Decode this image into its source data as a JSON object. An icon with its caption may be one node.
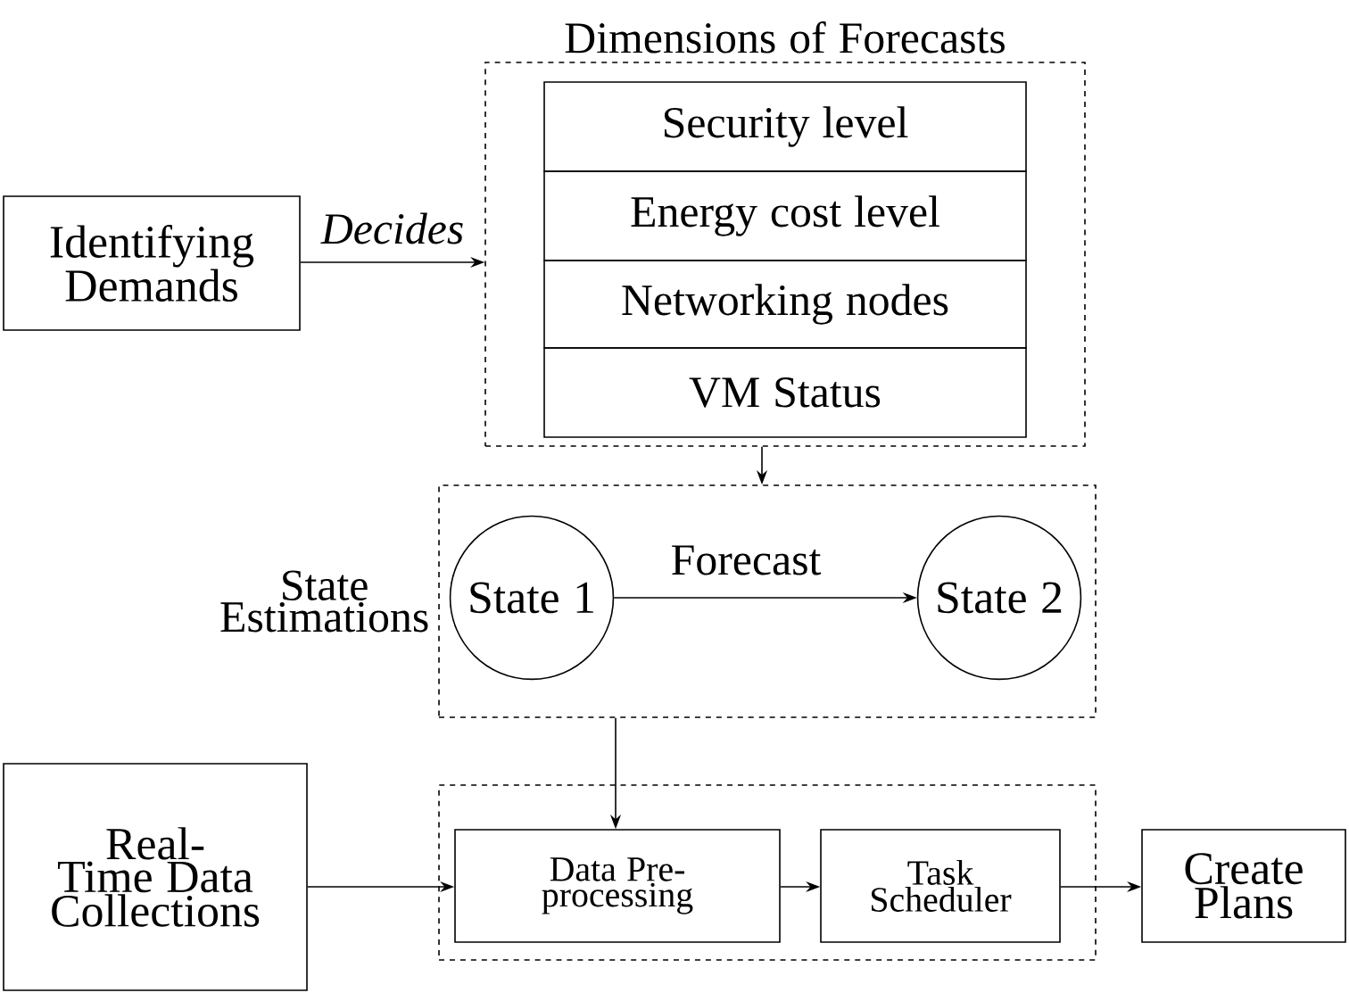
{
  "diagram": {
    "nodes": [
      {
        "text": [
          "Dimensions of Forecasts"
        ]
      },
      {
        "text": [
          "Security level"
        ],
        "in": 0
      },
      {
        "text": [
          "Energy cost level"
        ],
        "in": 0
      },
      {
        "text": [
          "Networking nodes"
        ],
        "in": 0
      },
      {
        "text": [
          "VM Status"
        ],
        "in": 0
      },
      {
        "text": [
          "Identifying Demands"
        ]
      },
      {
        "text": [
          "State Estimations"
        ]
      },
      {
        "text": [
          "State 1"
        ],
        "in": 6
      },
      {
        "text": [
          "State 2"
        ],
        "in": 6
      },
      {
        "text": [],
        "shape": "box"
      },
      {
        "text": [
          "Data Pre-processing"
        ],
        "in": 9
      },
      {
        "text": [
          "Task Scheduler"
        ],
        "in": 9
      },
      {
        "text": [
          "Real-Time Data Collections"
        ]
      },
      {
        "text": [
          "Create Plans"
        ]
      }
    ],
    "edges": [
      {
        "from": 5,
        "to": 0,
        "arrow": "to",
        "label": "Decides"
      },
      {
        "from": 0,
        "to": 6,
        "arrow": "to"
      },
      {
        "from": 7,
        "to": 8,
        "arrow": "to",
        "label": "Forecast"
      },
      {
        "from": 6,
        "to": 10,
        "arrow": "to"
      },
      {
        "from": 12,
        "to": 10,
        "arrow": "to"
      },
      {
        "from": 10,
        "to": 11,
        "arrow": "to"
      },
      {
        "from": 11,
        "to": 13,
        "arrow": "to"
      }
    ]
  }
}
